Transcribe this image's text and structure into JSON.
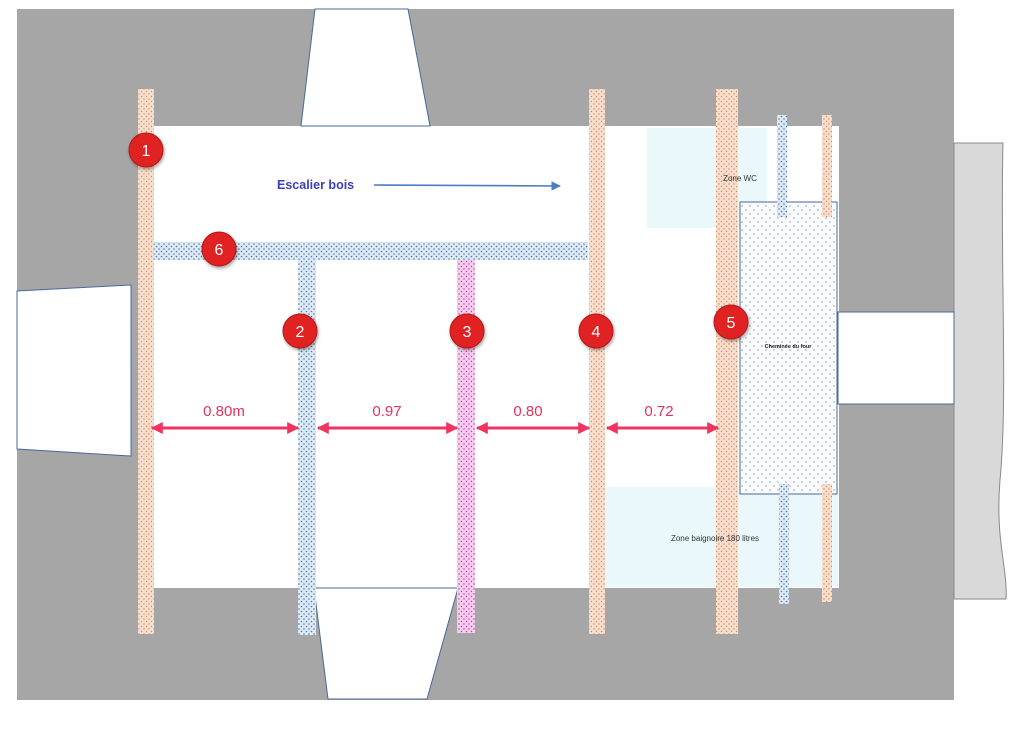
{
  "labels": {
    "stair": "Escalier bois",
    "wc": "Zone WC",
    "chimney": "Cheminée du four",
    "bath": "Zone baignoire 180 litres"
  },
  "markers": [
    "1",
    "2",
    "3",
    "4",
    "5",
    "6"
  ],
  "dimensions": [
    "0.80m",
    "0.97",
    "0.80",
    "0.72"
  ],
  "colors": {
    "wall": "#a6a6a6",
    "room": "#ffffff",
    "beam_wood": "#f6d9c6",
    "beam_blue": "#d8e6f2",
    "beam_pink": "#f5c8ec",
    "zone": "#eaf8fb",
    "marker": "#e02424",
    "dimension": "#f0335f",
    "stair_text": "#3b3fb8",
    "arrow": "#4a7ec0"
  }
}
